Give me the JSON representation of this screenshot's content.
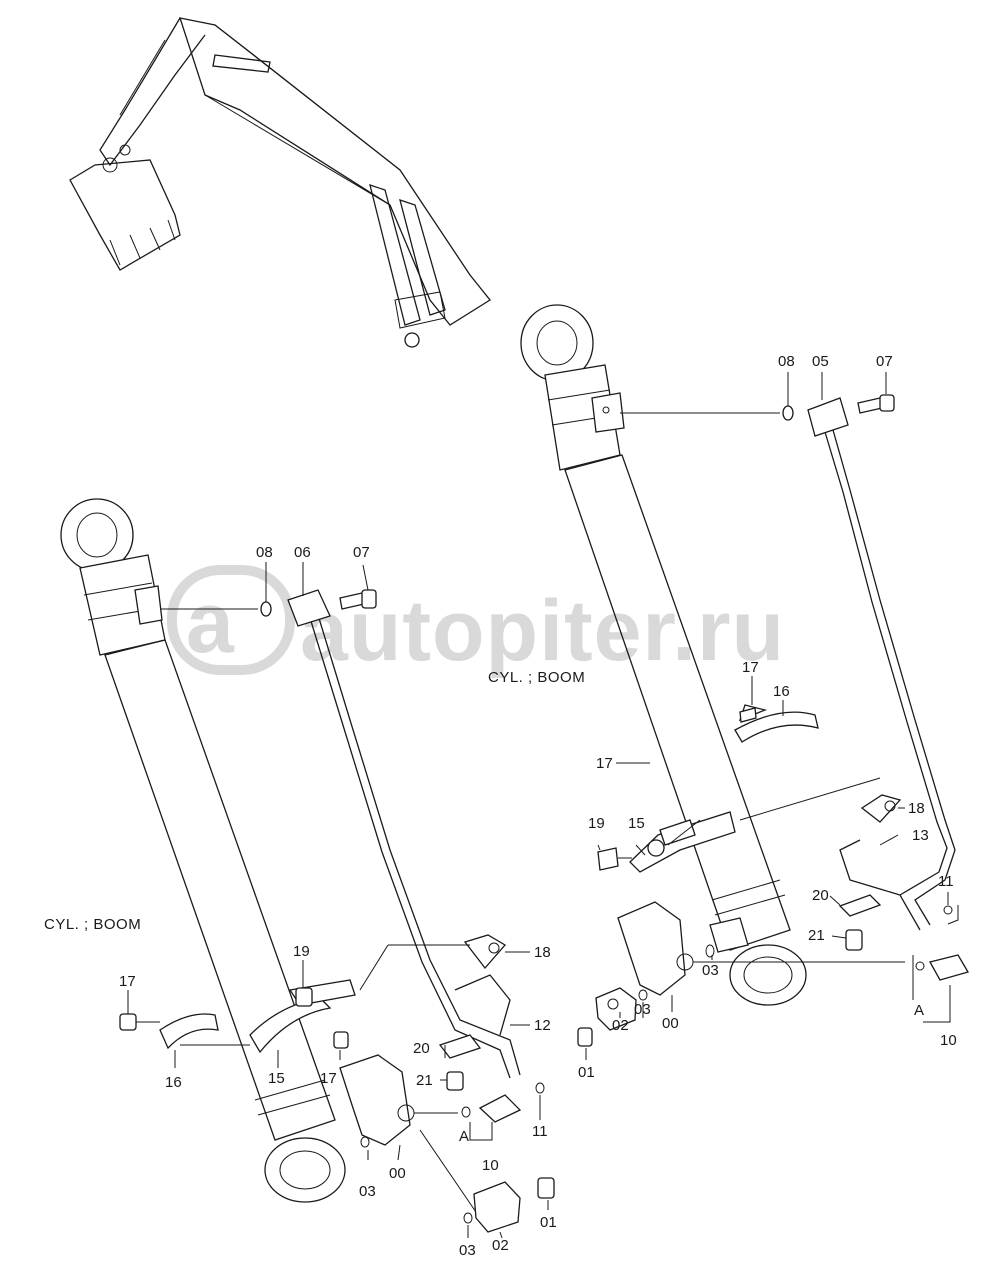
{
  "watermark": {
    "text": "autopiter.ru",
    "logo_letter": "a"
  },
  "captions": {
    "right_cylinder": "CYL. ; BOOM",
    "left_cylinder": "CYL. ; BOOM"
  },
  "right_labels": {
    "p08": "08",
    "p05": "05",
    "p07": "07",
    "p17a": "17",
    "p16": "16",
    "p17b": "17",
    "p18": "18",
    "p13": "13",
    "p19": "19",
    "p15": "15",
    "p20": "20",
    "p11": "11",
    "p21": "21",
    "p03a": "03",
    "p01": "01",
    "p02": "02",
    "p03b": "03",
    "p00": "00",
    "pA": "A",
    "p10": "10"
  },
  "left_labels": {
    "p08": "08",
    "p06": "06",
    "p07": "07",
    "p19": "19",
    "p18": "18",
    "p17a": "17",
    "p16": "16",
    "p15": "15",
    "p17b": "17",
    "p12": "12",
    "p20": "20",
    "p21": "21",
    "p11": "11",
    "pA": "A",
    "p10": "10",
    "p03a": "03",
    "p00": "00",
    "p01": "01",
    "p03b": "03",
    "p02": "02"
  }
}
